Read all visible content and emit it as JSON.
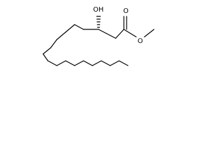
{
  "molecule": {
    "labels": {
      "hydroxyl": "OH",
      "carbonyl_oxygen": "O",
      "ester_oxygen": "O"
    }
  }
}
